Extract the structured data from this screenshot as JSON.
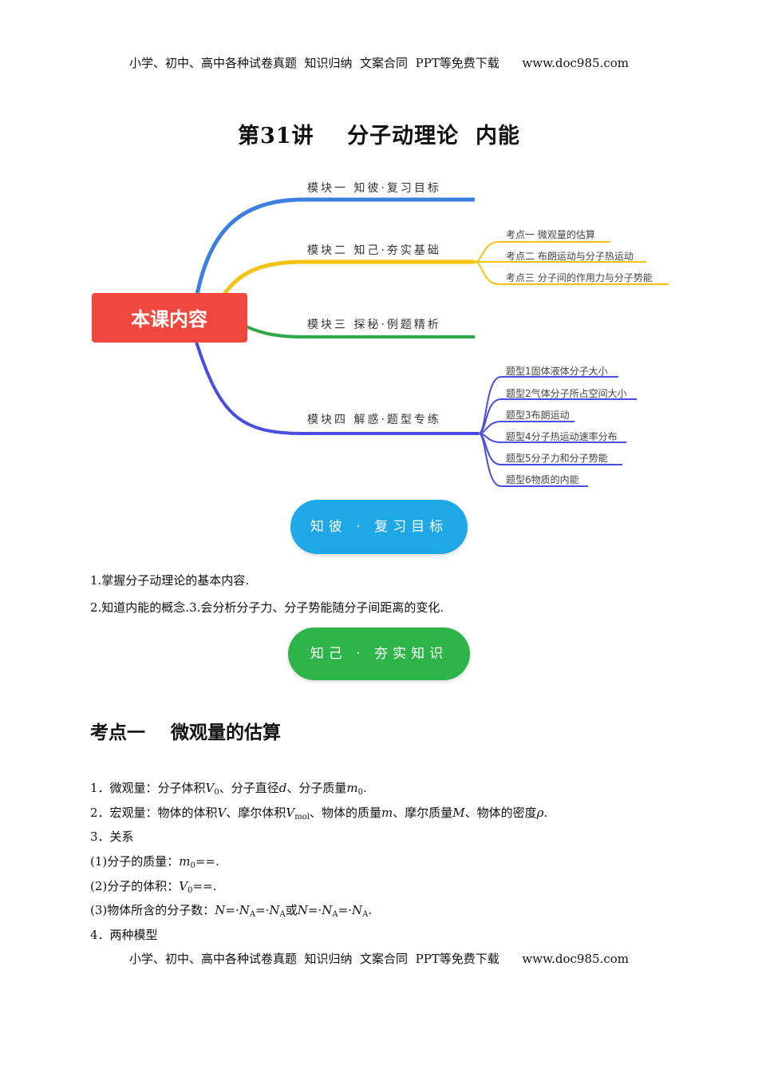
{
  "header": "小学、初中、高中各种试卷真题  知识归纳  文案合同  PPT等免费下载      www.doc985.com",
  "footer": "小学、初中、高中各种试卷真题  知识归纳  文案合同  PPT等免费下载      www.doc985.com",
  "title": "第31讲    分子动理论  内能",
  "mindmap": {
    "root": "本课内容",
    "branches": [
      "模块一  知彼·复习目标",
      "模块二  知己·夯实基础",
      "模块三  探秘·例题精析",
      "模块四  解惑·题型专练"
    ],
    "module2_leaves": [
      "考点一    微观量的估算",
      "考点二    布朗运动与分子热运动",
      "考点三    分子间的作用力与分子势能"
    ],
    "module4_leaves": [
      "题型1固体液体分子大小",
      "题型2气体分子所占空间大小",
      "题型3布朗运动",
      "题型4分子热运动速率分布",
      "题型5分子力和分子势能",
      "题型6物质的内能"
    ],
    "colors": {
      "root": "#f0483e",
      "branch1": "#3d7fe0",
      "branch2": "#f5c211",
      "branch3": "#2ea84a",
      "branch4": "#4a4de0"
    }
  },
  "pills": {
    "goals": "知彼 · 复习目标",
    "basics": "知己 · 夯实知识"
  },
  "goals": [
    "1.掌握分子动理论的基本内容.",
    "2.知道内能的概念.3.会分析分子力、分子势能随分子间距离的变化."
  ],
  "section": {
    "heading": "考点一    微观量的估算",
    "item1": {
      "prefix": "1．微观量：分子体积",
      "v": "V",
      "v_sub": "0",
      "mid1": "、分子直径",
      "d": "d",
      "mid2": "、分子质量",
      "m": "m",
      "m_sub": "0",
      "end": "."
    },
    "item2": {
      "prefix": "2．宏观量：物体的体积",
      "v": "V",
      "mid1": "、摩尔体积",
      "vmol": "V",
      "vmol_sub": "mol",
      "mid2": "、物体的质量",
      "m": "m",
      "mid3": "、摩尔质量",
      "M": "M",
      "mid4": "、物体的密度",
      "rho": "ρ",
      "end": "."
    },
    "item3": "3．关系",
    "rel1": {
      "prefix": "(1)分子的质量：",
      "sym": "m",
      "sub": "0",
      "rest": "==."
    },
    "rel2": {
      "prefix": "(2)分子的体积：",
      "sym": "V",
      "sub": "0",
      "rest": "==."
    },
    "rel3": {
      "prefix": "(3)物体所含的分子数：",
      "N": "N",
      "p1": "=·",
      "NA": "N",
      "A": "A",
      "p2": "=·",
      "p3": "或",
      "end": "."
    },
    "item4": "4．两种模型"
  }
}
